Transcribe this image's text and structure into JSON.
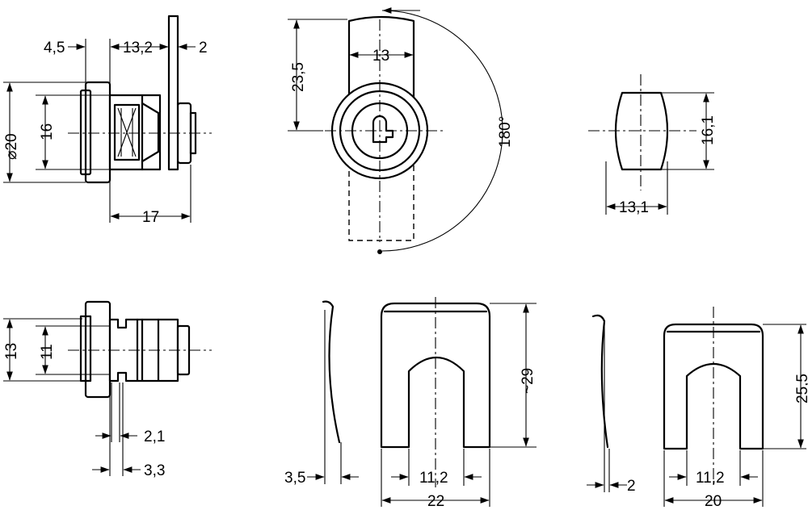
{
  "dimensions": {
    "flange_thickness": "4,5",
    "body_length": "13,2",
    "cam_thickness": "2",
    "flange_diameter": "⌀20",
    "body_diameter": "16",
    "overall_length": "17",
    "cam_length": "23,5",
    "cam_width": "13",
    "rotation_angle": "180°",
    "flat_height": "16,1",
    "flat_width": "13,1",
    "flange_height_bottom": "13",
    "body_height_bottom": "11",
    "groove_width": "2,1",
    "groove_offset": "3,3",
    "clip1_thickness": "3,5",
    "clip1_slot_width": "11,2",
    "clip1_width": "22",
    "clip1_height": "~29",
    "clip2_thickness": "2",
    "clip2_slot_width": "11,2",
    "clip2_width": "20",
    "clip2_height": "25,5"
  }
}
